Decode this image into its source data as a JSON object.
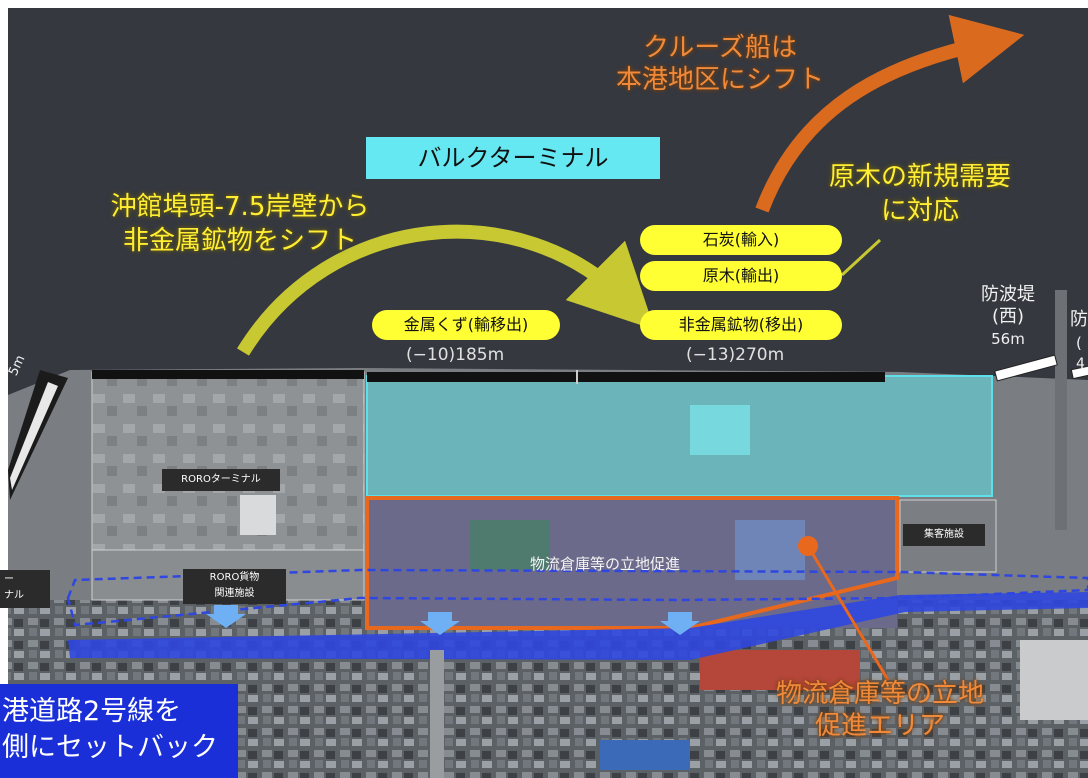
{
  "title_box": "バルクターミナル",
  "callouts": {
    "shift_from": [
      "沖館埠頭-7.5岸壁から",
      "非金属鉱物をシフト"
    ],
    "cruise": [
      "クルーズ船は",
      "本港地区にシフト"
    ],
    "timber": [
      "原木の新規需要",
      "に対応"
    ],
    "warehouse_area": [
      "物流倉庫等の立地",
      "促進エリア"
    ],
    "road_setback": [
      "港道路2号線を",
      "側にセットバック"
    ]
  },
  "cargo": {
    "coal": "石炭(輸入)",
    "timber": "原木(輸出)",
    "nonmetal": "非金属鉱物(移出)",
    "scrap": "金属くず(輸移出)"
  },
  "berths": {
    "left": "(−10)185m",
    "right": "(−13)270m"
  },
  "breakwater": {
    "name": [
      "防波堤",
      "(西)"
    ],
    "length": "56m",
    "next_char": "防",
    "next_paren": "(",
    "next_digit": "4"
  },
  "facility_labels": {
    "roro_terminal": "ROROターミナル",
    "roro_cargo": [
      "RORO貨物",
      "関連施設"
    ],
    "passenger": "集客施設",
    "warehouse_promo": "物流倉庫等の立地促進",
    "edge_left": [
      "ー",
      "ナル"
    ],
    "rotated": "5m"
  },
  "colors": {
    "yellow_arrow": "#c8c832",
    "orange_arrow": "#d96a1e",
    "bulk_area": "#5fe0e8",
    "warehouse_border": "#e8681e",
    "road": "#2f47e0",
    "sea": "#35383f",
    "callout_blue": "#1a2fd8"
  }
}
